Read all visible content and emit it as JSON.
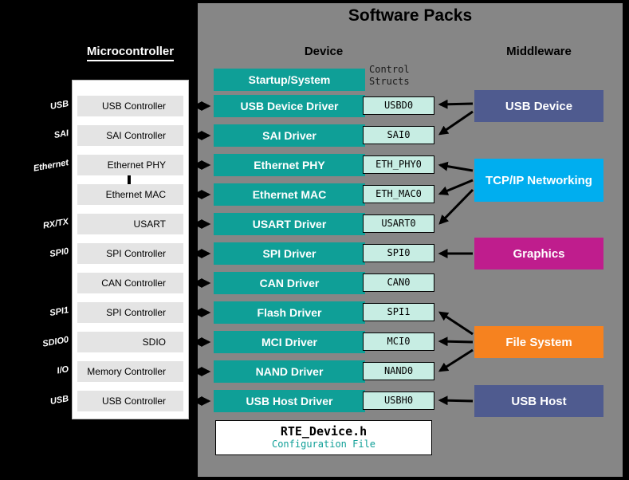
{
  "title": "Software Packs",
  "colors": {
    "background_gray": "#868686",
    "driver_teal": "#0f9f97",
    "struct_mint": "#c7ede3",
    "usb_middleware_blue": "#4f5b8f",
    "networking_cyan": "#00aeef",
    "graphics_magenta": "#bf1d8d",
    "file_system_orange": "#f6821f"
  },
  "mcu": {
    "header": "Microcontroller",
    "rows": [
      {
        "port": "USB",
        "name": "USB Controller"
      },
      {
        "port": "SAI",
        "name": "SAI Controller"
      },
      {
        "port": "Ethernet",
        "name": "Ethernet PHY"
      },
      {
        "port": "",
        "name": "Ethernet MAC"
      },
      {
        "port": "RX/TX",
        "name": "USART"
      },
      {
        "port": "SPI0",
        "name": "SPI Controller"
      },
      {
        "port": "",
        "name": "CAN Controller"
      },
      {
        "port": "SPI1",
        "name": "SPI Controller"
      },
      {
        "port": "SDIO0",
        "name": "SDIO"
      },
      {
        "port": "I/O",
        "name": "Memory Controller"
      },
      {
        "port": "USB",
        "name": "USB Controller"
      }
    ]
  },
  "device": {
    "header": "Device",
    "startup": "Startup/System",
    "control_structs_label": "Control Structs",
    "rows": [
      {
        "driver": "USB Device Driver",
        "struct": "USBD0"
      },
      {
        "driver": "SAI Driver",
        "struct": "SAI0"
      },
      {
        "driver": "Ethernet PHY",
        "struct": "ETH_PHY0"
      },
      {
        "driver": "Ethernet MAC",
        "struct": "ETH_MAC0"
      },
      {
        "driver": "USART Driver",
        "struct": "USART0"
      },
      {
        "driver": "SPI Driver",
        "struct": "SPI0"
      },
      {
        "driver": "CAN Driver",
        "struct": "CAN0"
      },
      {
        "driver": "Flash Driver",
        "struct": "SPI1"
      },
      {
        "driver": "MCI Driver",
        "struct": "MCI0"
      },
      {
        "driver": "NAND Driver",
        "struct": "NAND0"
      },
      {
        "driver": "USB Host Driver",
        "struct": "USBH0"
      }
    ]
  },
  "middleware": {
    "header": "Middleware",
    "items": [
      {
        "label": "USB Device",
        "connects_to": [
          "USBD0",
          "SAI0"
        ]
      },
      {
        "label": "TCP/IP Networking",
        "connects_to": [
          "ETH_PHY0",
          "ETH_MAC0",
          "USART0"
        ]
      },
      {
        "label": "Graphics",
        "connects_to": [
          "SPI0"
        ]
      },
      {
        "label": "File System",
        "connects_to": [
          "SPI1",
          "MCI0",
          "NAND0"
        ]
      },
      {
        "label": "USB Host",
        "connects_to": [
          "USBH0"
        ]
      }
    ]
  },
  "rte": {
    "title": "RTE_Device.h",
    "subtitle": "Configuration File"
  }
}
